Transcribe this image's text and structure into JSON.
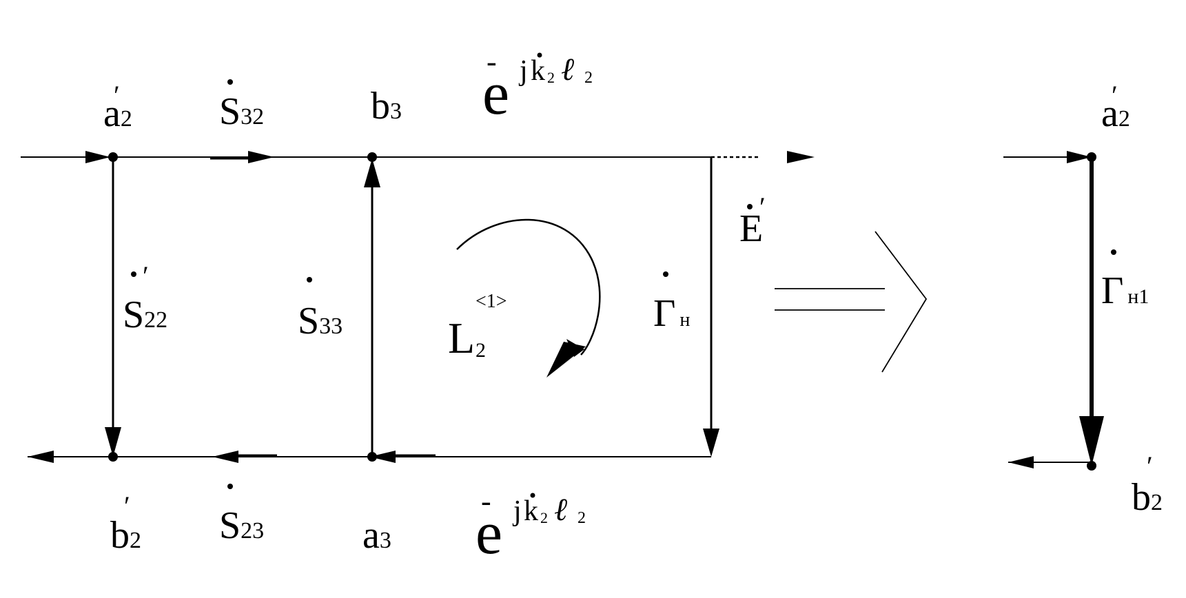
{
  "diagram": {
    "left_graph": {
      "nodes": {
        "a2p": {
          "base": "a",
          "sub": "2",
          "prime": true
        },
        "b3": {
          "base": "b",
          "sub": "3"
        },
        "b2p": {
          "base": "b",
          "sub": "2",
          "prime": true
        },
        "a3": {
          "base": "a",
          "sub": "3"
        }
      },
      "branches": {
        "s32": {
          "base": "S",
          "sub": "32",
          "dot": true
        },
        "s22p": {
          "base": "S",
          "sub": "22",
          "dot": true,
          "prime": true
        },
        "s33": {
          "base": "S",
          "sub": "33",
          "dot": true
        },
        "s23": {
          "base": "S",
          "sub": "23",
          "dot": true
        },
        "gamma_n": {
          "base": "Γ",
          "sub": "н",
          "dot": true
        },
        "e_prime": {
          "base": "E",
          "dot": true,
          "prime": true
        },
        "exp_top": {
          "e": "e",
          "bar": "-",
          "j": "j",
          "k": "k",
          "ksub": "2",
          "l": "ℓ",
          "lsub": "2"
        },
        "exp_bottom": {
          "e": "e",
          "bar": "-",
          "j": "j",
          "k": "k",
          "ksub": "2",
          "l": "ℓ",
          "lsub": "2"
        }
      },
      "loop": {
        "base": "L",
        "sub": "2",
        "sup": "<1>"
      }
    },
    "right_graph": {
      "nodes": {
        "a2p": {
          "base": "a",
          "sub": "2",
          "prime": true
        },
        "b2p": {
          "base": "b",
          "sub": "2",
          "prime": true
        }
      },
      "branches": {
        "gamma_n1": {
          "base": "Γ",
          "sub": "н1",
          "dot": true
        }
      }
    }
  }
}
